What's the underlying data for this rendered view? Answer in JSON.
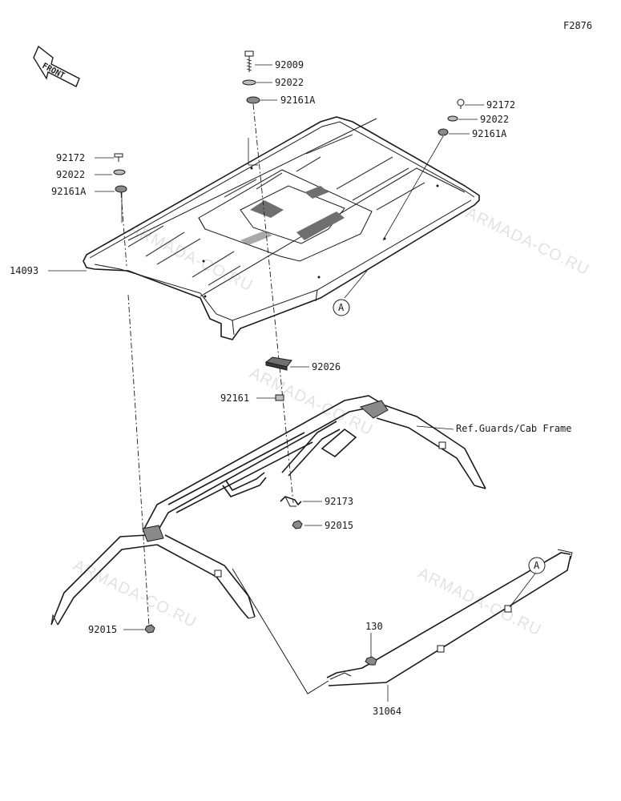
{
  "figure_code": "F2876",
  "front_label": "FRONT",
  "watermark": "ARMADA-CO.RU",
  "ref_label": "Ref.Guards/Cab Frame",
  "callout_letter": "A",
  "parts": {
    "roof_panel": "14093",
    "bolt_top": "92009",
    "washer_top": "92022",
    "grommet_top": "92161A",
    "screw_right": "92172",
    "washer_right": "92022",
    "grommet_right": "92161A",
    "screw_left": "92172",
    "washer_left": "92022",
    "grommet_left": "92161A",
    "pad": "92026",
    "spacer": "92161",
    "clamp": "92173",
    "nut_center": "92015",
    "nut_left": "92015",
    "bolt_130": "130",
    "bracket": "31064"
  }
}
